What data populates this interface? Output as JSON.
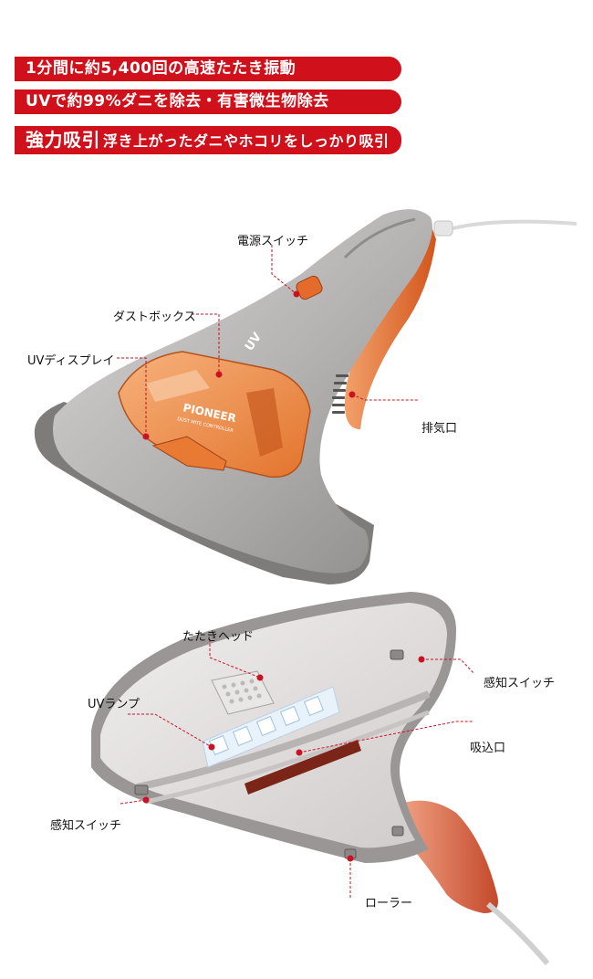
{
  "banners": [
    "1分間に約5,400回の高速たたき振動",
    "UVで約99%ダニを除去・有害微生物除去",
    {
      "big": "強力吸引",
      "rest": "浮き上がったダニやホコリをしっかり吸引"
    }
  ],
  "product": {
    "brand_text": "PIONEER",
    "brand_sub": "DUST MITE CONTROLLER",
    "logo_text": "UV"
  },
  "labels_top": {
    "power_switch": "電源スイッチ",
    "dust_box": "ダストボックス",
    "uv_display": "UVディスプレイ",
    "exhaust": "排気口"
  },
  "labels_bottom": {
    "tapping_head": "たたきヘッド",
    "sensor_switch_right": "感知スイッチ",
    "uv_lamp": "UVランプ",
    "intake": "吸込口",
    "sensor_switch_left": "感知スイッチ",
    "roller": "ローラー"
  },
  "colors": {
    "banner_red": "#d0101b",
    "body_silver": "#b9b6b6",
    "accent_orange": "#e0662a",
    "leader_red": "#cc1122"
  }
}
